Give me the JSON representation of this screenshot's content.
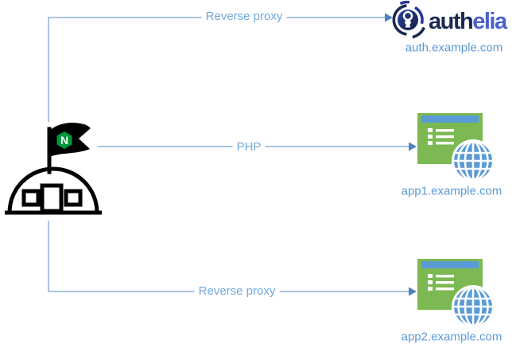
{
  "colors": {
    "line": "#a9c4e0",
    "arrow": "#4f81bd",
    "connector-label": "#6fa8dc",
    "domain-label": "#5b9bd5",
    "app-green": "#7cb952",
    "app-titlebar": "#5b9bd5",
    "globe-blue": "#5b9bd5",
    "nginx-green": "#009639",
    "authelia-navy": "#1b2a52",
    "authelia-mid": "#27389b",
    "authelia-blue": "#4a5fd0"
  },
  "nodes": {
    "nginx": {
      "icon": "nginx-flag-dome-building-icon",
      "flag_letter": "N"
    },
    "authelia": {
      "icon": "authelia-padlock-swirl-icon",
      "wordmark_dark": "auth",
      "wordmark_light": "elia",
      "domain": "auth.example.com"
    },
    "app1": {
      "icon": "web-application-window-globe-icon",
      "domain": "app1.example.com"
    },
    "app2": {
      "icon": "web-application-window-globe-icon",
      "domain": "app2.example.com"
    }
  },
  "connectors": [
    {
      "id": "nginx-to-authelia",
      "label": "Reverse proxy"
    },
    {
      "id": "nginx-to-app1",
      "label": "PHP"
    },
    {
      "id": "nginx-to-app2",
      "label": "Reverse proxy"
    }
  ]
}
